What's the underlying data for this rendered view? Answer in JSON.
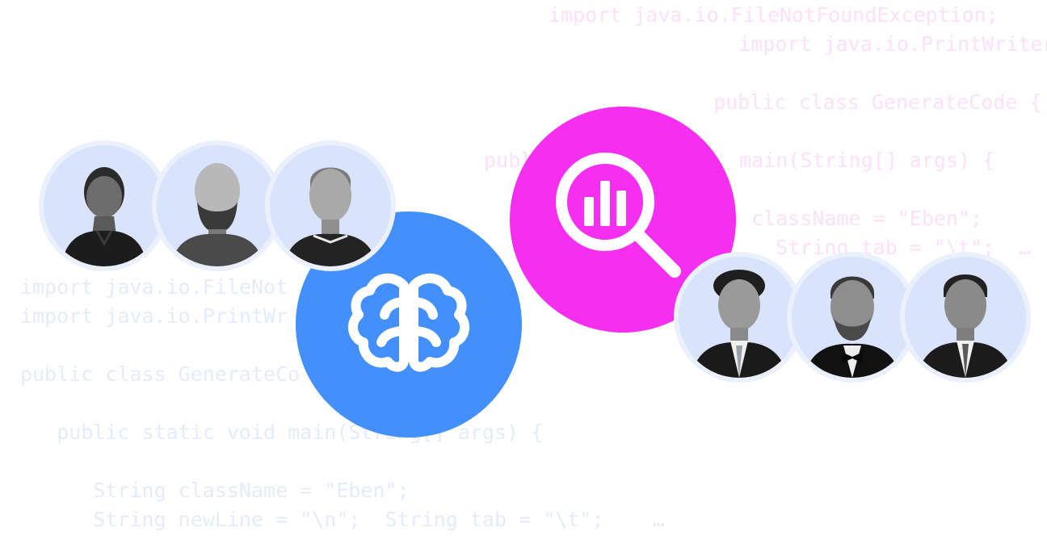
{
  "code_top_right": {
    "lines": [
      "import java.io.FileNotFoundException;",
      "     import java.io.PrintWriter;",
      "",
      "    public class GenerateCode {",
      "",
      "publ                 main(String[] args) {",
      "",
      "                    g className = \"Eben\";",
      "      ine               String tab = \"\\t\";  …"
    ]
  },
  "code_bottom_left": {
    "lines": [
      "import java.io.FileNot",
      "import java.io.PrintWr",
      "",
      "public class GenerateCo",
      "",
      "   public static void main(String[] args) {",
      "",
      "      String className = \"Eben\";",
      "      String newLine = \"\\n\";  String tab = \"\\t\";    …"
    ]
  },
  "icons": {
    "blue_circle": "brain-icon",
    "pink_circle": "analytics-search-icon"
  },
  "colors": {
    "blue": "#4390fd",
    "pink": "#f52ef0",
    "code_pink": "#fde0fb",
    "code_blue": "#e4ebfb",
    "avatar_bg": "#d9e3fb"
  },
  "avatars_left": [
    "person-1",
    "person-2",
    "person-3"
  ],
  "avatars_right": [
    "person-4",
    "person-5",
    "person-6"
  ]
}
